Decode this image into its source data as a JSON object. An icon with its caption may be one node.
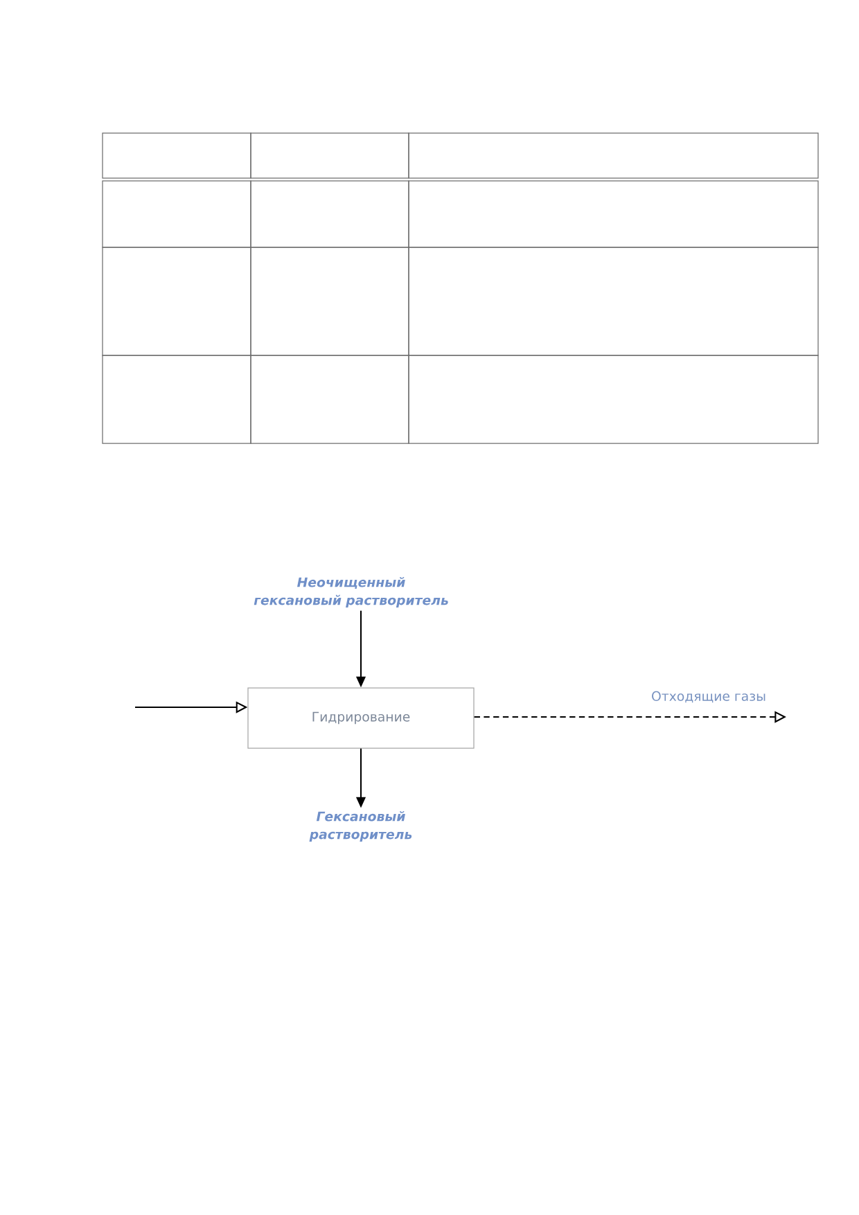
{
  "diagram": {
    "nodes": [
      {
        "text": [
          "Неочищенный гексановый растворитель"
        ]
      },
      {
        "text": [
          "Гидрирование"
        ]
      },
      {
        "text": [
          "Гексановый растворитель"
        ]
      }
    ],
    "edges": [
      {
        "from": 0,
        "to": 1,
        "arrow": "to"
      },
      {
        "from": 1,
        "to": 2,
        "arrow": "to"
      },
      {
        "from": null,
        "to": 1,
        "arrow": "to"
      },
      {
        "from": 1,
        "to": null,
        "arrow": "to",
        "style": "dashed",
        "label": "Отходящие газы"
      }
    ]
  }
}
